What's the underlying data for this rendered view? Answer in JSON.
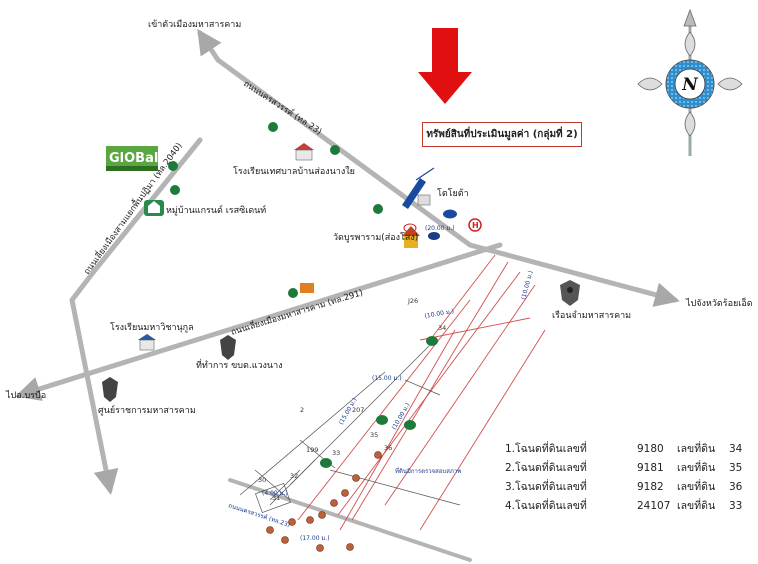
{
  "places": {
    "to_mahasarakham_city": "เข้าตัวเมืองมหาสารคาม",
    "to_roiet": "ไปจังหวัดร้อยเอ็ด",
    "to_borabue": "ไปอ.บรบือ",
    "global_house": "GlOBal",
    "grand_village": "หมู่บ้านแกรนด์ เรสซิเดนท์",
    "municipal_school": "โรงเรียนเทศบาลบ้านส่องนางใย",
    "toyota": "โตโยต้า",
    "wat": "วัดบูรพาราม(ส่องโสง)",
    "prison": "เรือนจำมหาสารคาม",
    "wichayakul_school": "โรงเรียนมหาวิชานุกูล",
    "post_office": "ที่ทำการ ขบต.แวงนาง",
    "gov_center": "ศูนย์ราชการมหาสารคาม"
  },
  "roads": {
    "nakhon_sawan": "ถนนนครสวรรค์ (ทล.23)",
    "bypass_2040": "ถนนเลี่ยงเมืองสามแยกพื้นปฏิมา (ทล.2040)",
    "bypass_291": "ถนนเลี่ยงเมืองมหาสารคาม (ทล.291)",
    "nakhon_sawan_small": "ถนนนครสวรรค์ (ทล.23)"
  },
  "callout": "ทรัพย์สินที่ประเมินมูลค่า (กลุ่มที่ 2)",
  "plot_labels": {
    "p34": "34",
    "p35": "35",
    "p36": "36",
    "p33": "33",
    "p207": "207",
    "p199": "199",
    "p226": "J26",
    "p2": "2",
    "p30": "30",
    "p31": "31",
    "p32": "32",
    "land_office": "ที่ดินมิการตรวจสอบสภาพ"
  },
  "dims": {
    "d1": "(10.00 ม.)",
    "d2": "(15.00 ม.)",
    "d3": "(15.00 ม.)",
    "d4": "(10.00 ม.)",
    "d5": "(4.00 ม.)",
    "d6": "(17.00 ม.)",
    "d7": "(10.00 ม.)",
    "d8": "(20.00 ม.)"
  },
  "compass": {
    "letter": "N"
  },
  "legend": [
    {
      "deed": "1.โฉนดที่ดินเลขที่",
      "no": "9180",
      "land": "เลขที่ดิน",
      "land_no": "34"
    },
    {
      "deed": "2.โฉนดที่ดินเลขที่",
      "no": "9181",
      "land": "เลขที่ดิน",
      "land_no": "35"
    },
    {
      "deed": "3.โฉนดที่ดินเลขที่",
      "no": "9182",
      "land": "เลขที่ดิน",
      "land_no": "36"
    },
    {
      "deed": "4.โฉนดที่ดินเลขที่",
      "no": "24107",
      "land": "เลขที่ดิน",
      "land_no": "33"
    }
  ],
  "colors": {
    "road": "#b4b4b4",
    "plot_line": "#d05050",
    "marker_green": "#1e7a3a",
    "arrow_red": "#e01010",
    "compass_blue": "#2d8fd0"
  }
}
